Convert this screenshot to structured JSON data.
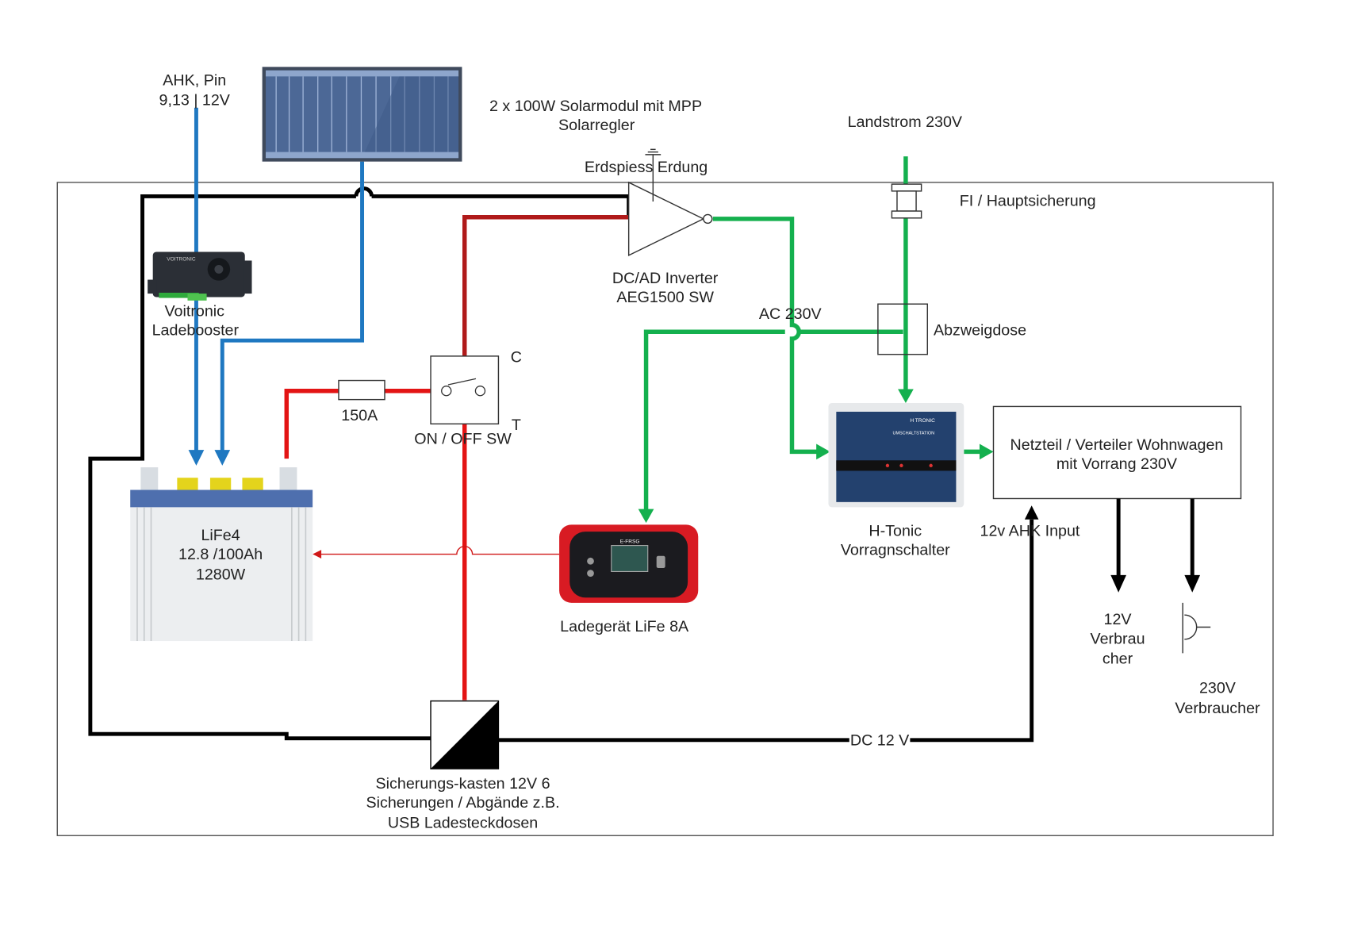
{
  "title": "Wohnwagen Elektrik Schaltplan",
  "colors": {
    "dc_negative": "#000000",
    "dc_positive": "#e31414",
    "dc_positive_dark": "#b01a1a",
    "ahk_solar": "#1f78c1",
    "ac_230v": "#14b04e",
    "frame": "#555555",
    "background": "#ffffff"
  },
  "labels": {
    "ahk_pin_line1": "AHK, Pin",
    "ahk_pin_line2": "9,13 | 12V",
    "solar_line1": "2 x   100W Solarmodul mit MPP",
    "solar_line2": "Solarregler",
    "landstrom": "Landstrom 230V",
    "erdspiess": "Erdspiess Erdung",
    "fi": "FI / Hauptsicherung",
    "inverter_line1": "DC/AD Inverter",
    "inverter_line2": "AEG1500 SW",
    "ac230": "AC 230V",
    "abzweigdose": "Abzweigdose",
    "voitronic_line1": "Voitronic",
    "voitronic_line2": "Ladebooster",
    "fuse_150a": "150A",
    "switch_c": "C",
    "switch_t": "T",
    "switch_label": "ON / OFF SW",
    "battery_line1": "LiFe4",
    "battery_line2": "12.8 /100Ah",
    "battery_line3": "1280W",
    "charger": "Ladegerät LiFe 8A",
    "htonic_line1": "H-Tonic",
    "htonic_line2": "Vorragnschalter",
    "netzteil_line1": "Netzteil / Verteiler Wohnwagen",
    "netzteil_line2": "mit Vorrang 230V",
    "ahk_input": "12v AHK  Input",
    "v12_line1": "12V",
    "v12_line2": "Verbrau",
    "v12_line3": "cher",
    "v230_line1": "230V",
    "v230_line2": "Verbraucher",
    "dc12": "DC 12 V",
    "fusebox_line1": "Sicherungs-kasten 12V 6",
    "fusebox_line2": "Sicherungen / Abgände z.B.",
    "fusebox_line3": "USB Ladesteckdosen",
    "voitronic_brand": "VOITRONIC",
    "htonic_brand": "H TRONIC",
    "htonic_panel": "UMSCHALTSTATION",
    "charger_brand": "E-FRSG"
  }
}
